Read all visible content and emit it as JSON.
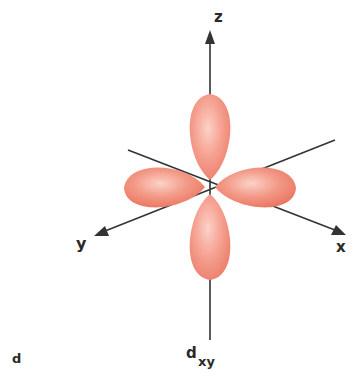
{
  "diagram": {
    "labels": [
      "z",
      "y",
      "x",
      "d",
      "d",
      "xy"
    ]
  }
}
